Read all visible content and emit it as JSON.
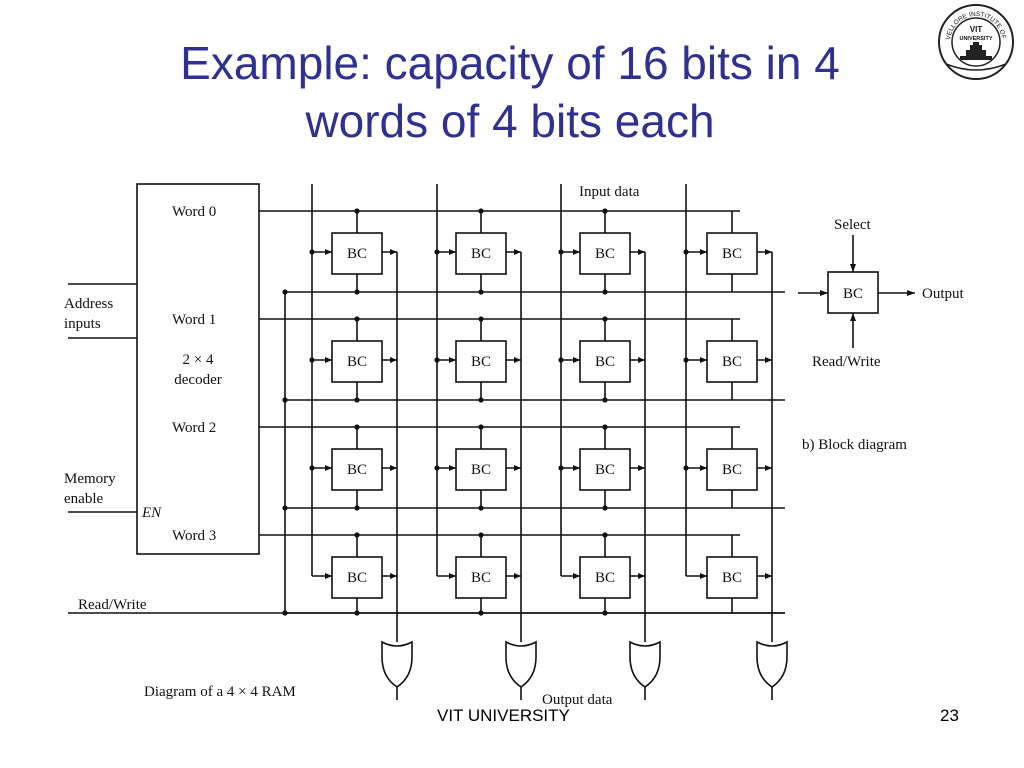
{
  "slide": {
    "title_line1": "Example: capacity of 16 bits in 4",
    "title_line2": "words of 4 bits each",
    "title_color": "#2E3192",
    "footer_text": "VIT UNIVERSITY",
    "page_number": "23"
  },
  "logo": {
    "ring_text": "VELLORE INSTITUTE OF TECHNOLOGY",
    "center_line1": "VIT",
    "center_line2": "UNIVERSITY"
  },
  "diagram": {
    "decoder_label_line1": "2 × 4",
    "decoder_label_line2": "decoder",
    "enable_label": "EN",
    "words": [
      "Word  0",
      "Word  1",
      "Word  2",
      "Word  3"
    ],
    "address_label_line1": "Address",
    "address_label_line2": "inputs",
    "memory_enable_line1": "Memory",
    "memory_enable_line2": "enable",
    "read_write_label": "Read/Write",
    "input_data_label": "Input data",
    "output_data_label": "Output data",
    "cell_label": "BC",
    "caption": "Diagram of a 4 × 4 RAM",
    "block": {
      "select_label": "Select",
      "output_label": "Output",
      "read_write_label": "Read/Write",
      "cell_label": "BC",
      "caption": "b) Block diagram"
    }
  }
}
